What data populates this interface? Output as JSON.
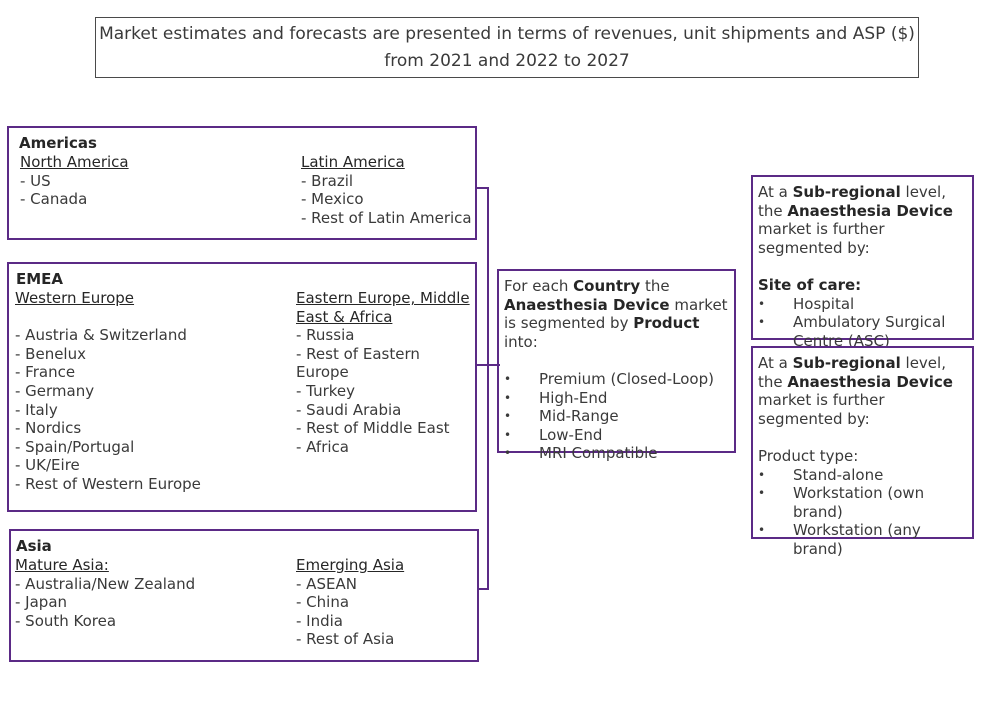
{
  "header": "Market estimates and forecasts are presented in terms of revenues, unit shipments and ASP ($) from 2021 and 2022 to 2027",
  "americas": {
    "title": "Americas",
    "left": {
      "title": "North America",
      "items": [
        "- US",
        "- Canada"
      ]
    },
    "right": {
      "title": "Latin America",
      "items": [
        "- Brazil",
        "- Mexico",
        "- Rest of Latin America"
      ]
    }
  },
  "emea": {
    "title": "EMEA",
    "left": {
      "title": "Western Europe",
      "items": [
        "- Austria & Switzerland",
        "- Benelux",
        "- France",
        "- Germany",
        "- Italy",
        "- Nordics",
        "- Spain/Portugal",
        "- UK/Eire",
        "- Rest of Western Europe"
      ]
    },
    "right": {
      "title_line1": "Eastern Europe, Middle",
      "title_line2": "East & Africa",
      "items": [
        "- Russia",
        "- Rest of Eastern Europe",
        "- Turkey",
        "- Saudi Arabia",
        "- Rest of Middle East",
        "- Africa"
      ]
    }
  },
  "asia": {
    "title": "Asia",
    "left": {
      "title": "Mature Asia:",
      "items": [
        "- Australia/New Zealand",
        "- Japan",
        "- South Korea"
      ]
    },
    "right": {
      "title": "Emerging Asia",
      "items": [
        "- ASEAN",
        "- China",
        "- India",
        "- Rest of Asia"
      ]
    }
  },
  "country": {
    "t1": "For each ",
    "b1": "Country",
    "t2": " the ",
    "b2": "Anaesthesia Device",
    "t3": " market is segmented by ",
    "b3": "Product",
    "t4": " into:",
    "items": [
      "Premium (Closed-Loop)",
      "High-End",
      "Mid-Range",
      "Low-End",
      "MRI Compatible"
    ]
  },
  "site": {
    "t1": "At a ",
    "b1": "Sub-regional",
    "t2": " level, the ",
    "b2": "Anaesthesia Device",
    "t3": " market is further segmented by:",
    "heading": "Site of care:",
    "items": [
      "Hospital",
      "Ambulatory Surgical Centre (ASC)"
    ]
  },
  "product": {
    "t1": "At a ",
    "b1": "Sub-regional",
    "t2": " level, the ",
    "b2": "Anaesthesia Device",
    "t3": " market is further segmented by:",
    "heading": "Product type:",
    "items": [
      "Stand-alone",
      "Workstation (own brand)",
      "Workstation (any brand)"
    ]
  },
  "colors": {
    "accent": "#5b2a86",
    "text": "#3a3a3a"
  }
}
